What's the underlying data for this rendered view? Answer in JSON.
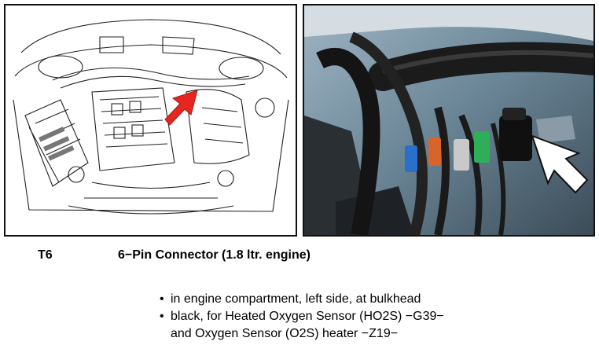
{
  "component": {
    "code": "T6",
    "title": "6−Pin Connector (1.8 ltr. engine)"
  },
  "bullets": [
    {
      "lines": [
        "in engine compartment, left side, at bulkhead"
      ]
    },
    {
      "lines": [
        "black, for Heated Oxygen Sensor (HO2S) −G39−",
        "and Oxygen Sensor (O2S) heater −Z19−"
      ]
    }
  ],
  "colors": {
    "diagram_arrow": "#e8251f",
    "photo_arrow": "#ffffff",
    "connector_blue": "#2a6fc9",
    "connector_orange": "#d9642b",
    "connector_green": "#2fae5a",
    "connector_grey": "#c9c9c9"
  }
}
